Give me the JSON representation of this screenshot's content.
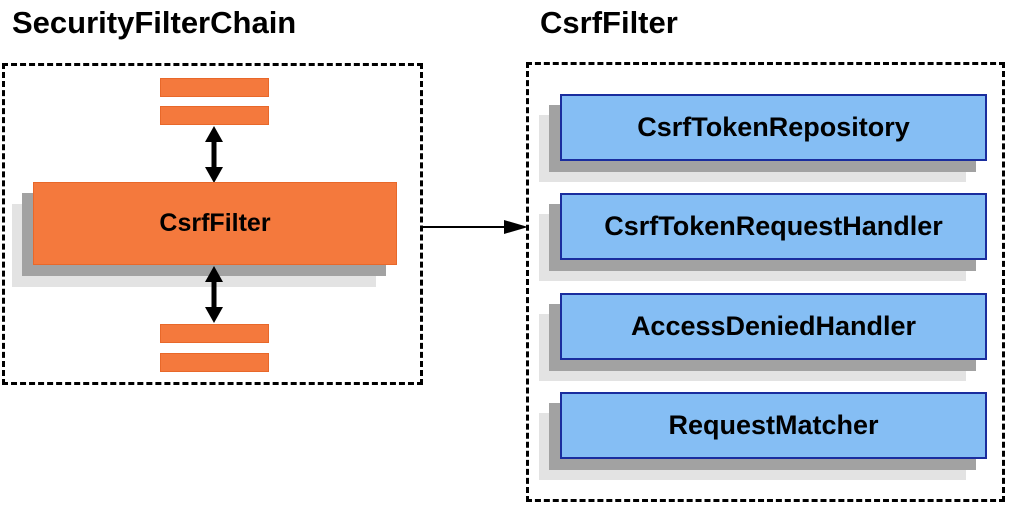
{
  "diagram": {
    "left": {
      "title": "SecurityFilterChain",
      "node_label": "CsrfFilter"
    },
    "right": {
      "title": "CsrfFilter",
      "components": [
        {
          "label": "CsrfTokenRepository"
        },
        {
          "label": "CsrfTokenRequestHandler"
        },
        {
          "label": "AccessDeniedHandler"
        },
        {
          "label": "RequestMatcher"
        }
      ]
    },
    "colors": {
      "orange_fill": "#F4793D",
      "orange_border": "#E8682A",
      "blue_fill": "#85BEF4",
      "blue_border": "#1A2D9E",
      "shadow_dark": "#A2A2A2",
      "shadow_light": "#E3E3E3",
      "line_black": "#000000"
    }
  }
}
